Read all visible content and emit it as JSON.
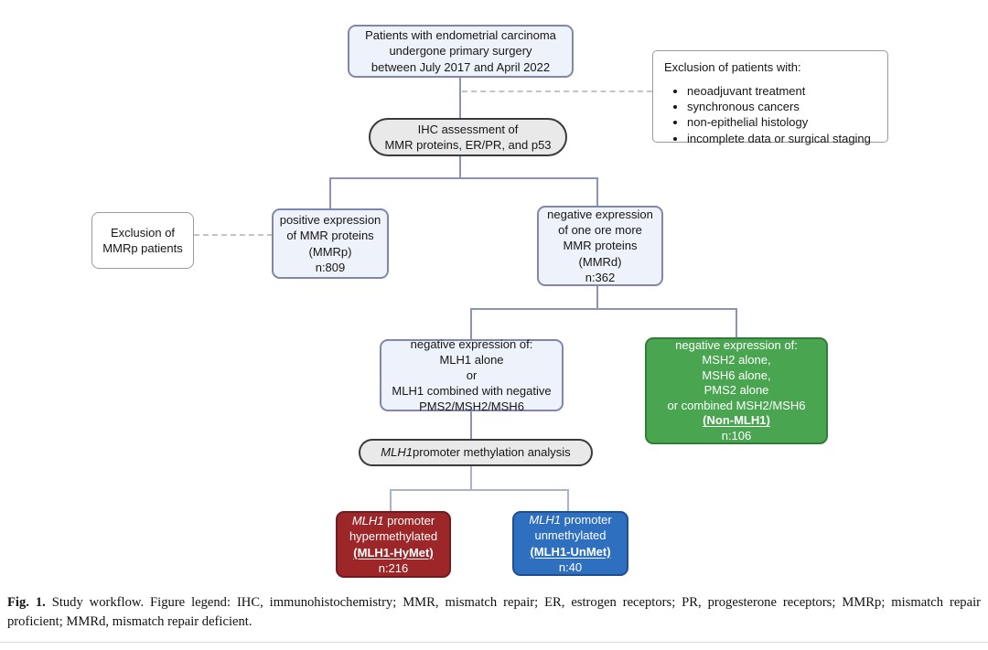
{
  "diagram": {
    "patients_box": {
      "lines": [
        "Patients with endometrial carcinoma",
        "undergone primary surgery",
        "between July 2017 and April 2022"
      ]
    },
    "exclusion_top": {
      "title": "Exclusion of patients with:",
      "bullets": [
        "neoadjuvant treatment",
        "synchronous cancers",
        "non-epithelial histology",
        "incomplete data or surgical staging"
      ]
    },
    "ihc_pill": {
      "lines": [
        "IHC assessment of",
        "MMR proteins, ER/PR, and p53"
      ]
    },
    "exclusion_mmrp": {
      "lines": [
        "Exclusion of",
        "MMRp patients"
      ]
    },
    "positive_box": {
      "lines": [
        "positive expression",
        "of MMR proteins",
        "(MMRp)",
        "n:809"
      ]
    },
    "negative_box": {
      "lines": [
        "negative expression",
        "of one ore more",
        "MMR proteins",
        "(MMRd)",
        "n:362"
      ]
    },
    "mlh1_criteria_box": {
      "lines": [
        "negative expression of:",
        "MLH1 alone",
        "or",
        "MLH1 combined with negative",
        "PMS2/MSH2/MSH6"
      ]
    },
    "non_mlh1_box": {
      "lines": [
        "negative expression of:",
        "MSH2 alone,",
        "MSH6 alone,",
        "PMS2 alone",
        "or combined MSH2/MSH6"
      ],
      "label": "(Non-MLH1)",
      "n": "n:106"
    },
    "methylation_pill": {
      "gene": "MLH1",
      "rest": " promoter methylation analysis"
    },
    "hymet_box": {
      "gene": "MLH1",
      "line1_rest": " promoter",
      "line2": "hypermethylated",
      "label": "(MLH1-HyMet)",
      "n": "n:216"
    },
    "unmet_box": {
      "gene": "MLH1",
      "line1_rest": " promoter",
      "line2": "unmethylated",
      "label": "(MLH1-UnMet)",
      "n": "n:40"
    }
  },
  "caption": {
    "prefix": "Fig. 1.",
    "text": " Study workflow. Figure legend: IHC, immunohistochemistry; MMR, mismatch repair; ER, estrogen receptors; PR, progesterone receptors; MMRp; mismatch repair proficient; MMRd, mismatch repair deficient."
  },
  "colors": {
    "light_box_fill": "#eef2fa",
    "light_box_border": "#7f88ac",
    "pill_fill": "#e9e9e9",
    "pill_border": "#3a3a3a",
    "green_fill": "#4aa551",
    "green_border": "#2f7d36",
    "red_fill": "#9c2628",
    "red_border": "#701b1d",
    "blue_fill": "#2e6fc0",
    "blue_border": "#1e4e93",
    "connector": "#8b94b2",
    "dashed_connector": "#c2c4cc"
  }
}
